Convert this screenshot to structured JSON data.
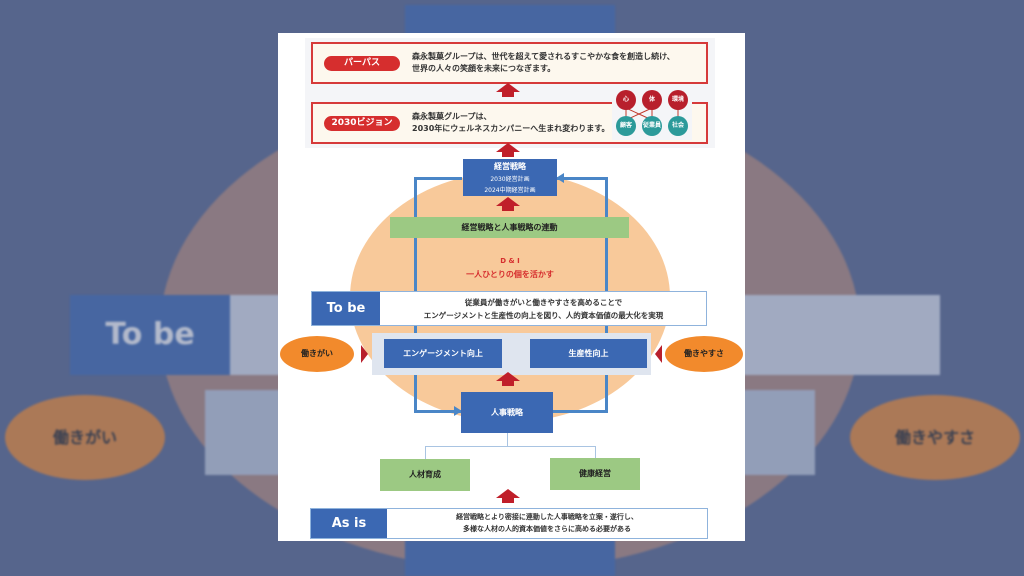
{
  "purpose": {
    "label": "パーパス",
    "text1": "森永製菓グループは、世代を超えて愛されるすこやかな食を創造し続け、",
    "text2": "世界の人々の笑顔を未来につなぎます。"
  },
  "vision": {
    "label": "2030ビジョン",
    "text1": "森永製菓グループは、",
    "text2": "2030年にウェルネスカンパニーへ生まれ変わります。",
    "wellness_top": [
      "心",
      "体",
      "環境"
    ],
    "wellness_bottom": [
      "顧客",
      "従業員",
      "社会"
    ]
  },
  "management": {
    "title": "経営戦略",
    "line1": "2030経営計画",
    "line2": "2024中期経営計画"
  },
  "linkage": "経営戦略と人事戦略の連動",
  "dni": {
    "title": "D & I",
    "subtitle": "一人ひとりの個を活かす"
  },
  "to_be": {
    "label": "To be",
    "text1": "従業員が働きがいと働きやすさを高めることで",
    "text2": "エンゲージメントと生産性の向上を図り、人的資本価値の最大化を実現"
  },
  "engagement": "エンゲージメント向上",
  "productivity": "生産性向上",
  "left_oval": "働きがい",
  "right_oval": "働きやすさ",
  "hr_strategy": "人事戦略",
  "talent": "人材育成",
  "health": "健康経営",
  "as_is": {
    "label": "As is",
    "text1": "経営戦略とより密接に連動した人事戦略を立案・遂行し、",
    "text2": "多様な人材の人的資本価値をさらに高める必要がある"
  },
  "colors": {
    "blue": "#3b68b3",
    "red": "#d62e2e",
    "green": "#9cc983",
    "orange": "#f28a2c",
    "peach": "#f8c99a"
  }
}
